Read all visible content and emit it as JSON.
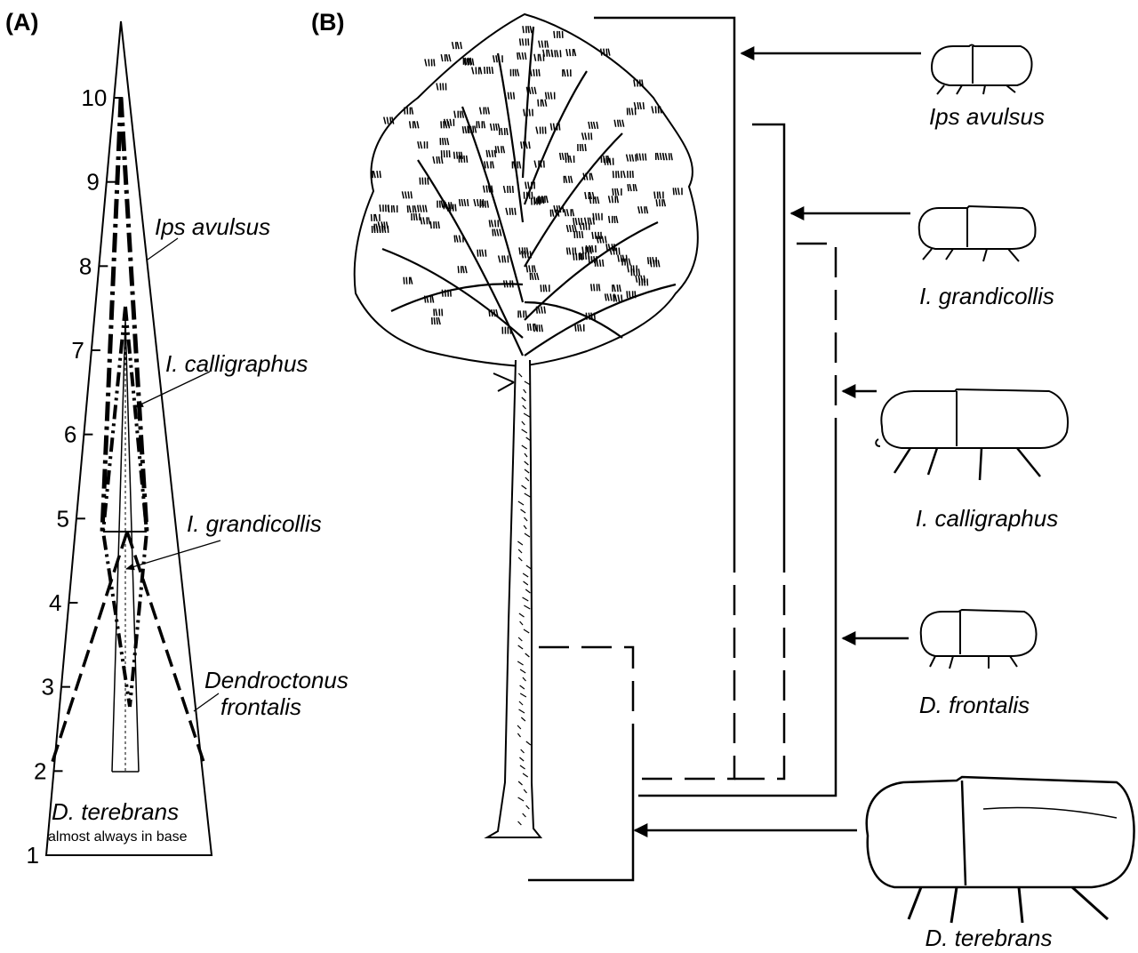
{
  "panels": {
    "a_label": "(A)",
    "b_label": "(B)"
  },
  "panel_a": {
    "ticks": [
      "1",
      "2",
      "3",
      "4",
      "5",
      "6",
      "7",
      "8",
      "9",
      "10"
    ],
    "labels": {
      "ips_avulsus": "Ips avulsus",
      "i_calligraphus": "I. calligraphus",
      "i_grandicollis": "I. grandicollis",
      "d_frontalis_1": "Dendroctonus",
      "d_frontalis_2": "frontalis",
      "d_terebrans": "D. terebrans",
      "d_terebrans_note": "almost always in base"
    }
  },
  "panel_b": {
    "species": [
      "Ips avulsus",
      "I. grandicollis",
      "I. calligraphus",
      "D. frontalis",
      "D. terebrans"
    ]
  }
}
